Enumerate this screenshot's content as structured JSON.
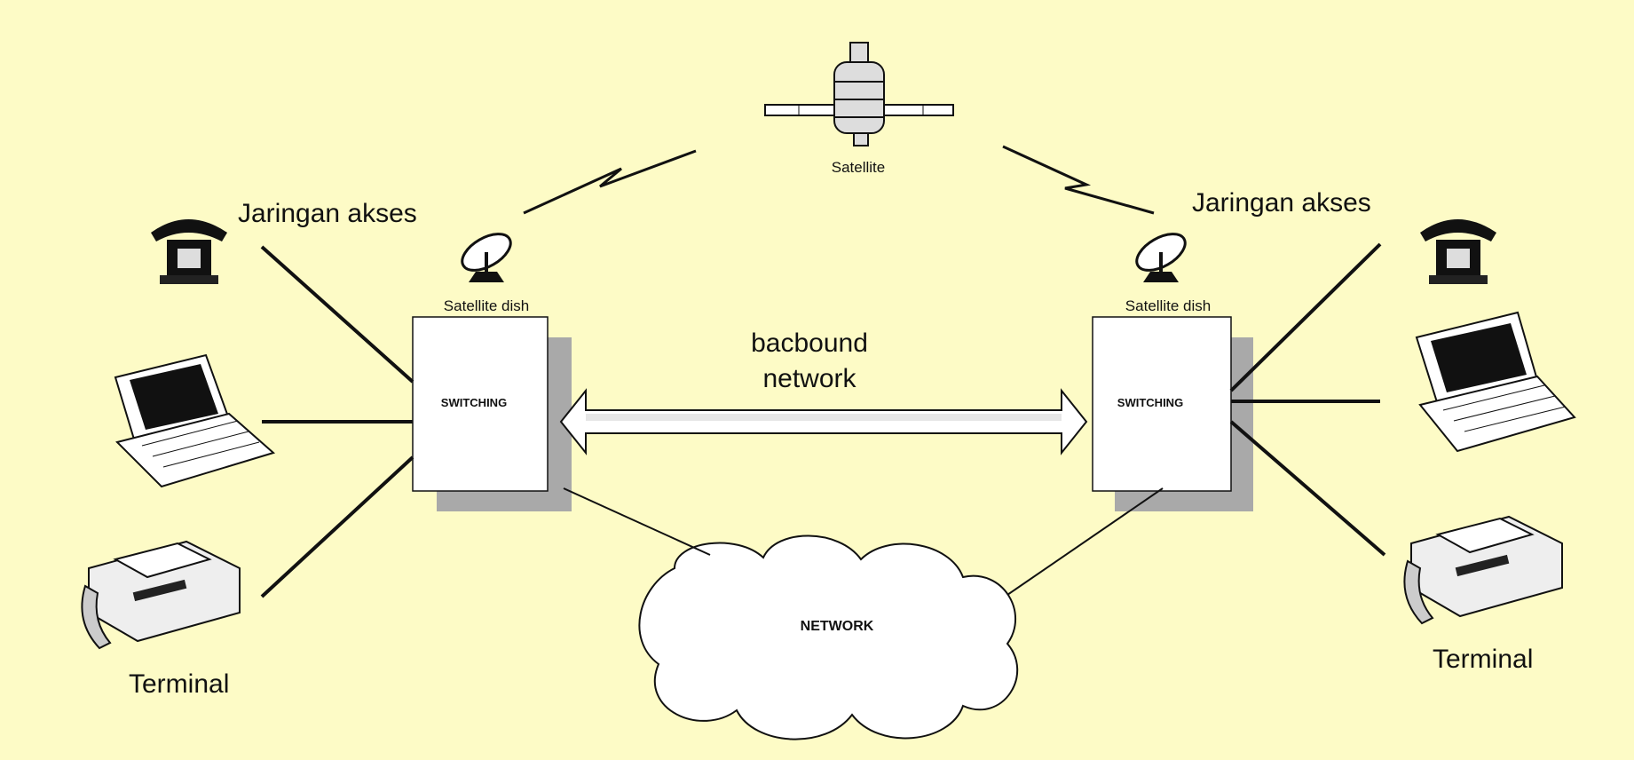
{
  "labels": {
    "satellite": "Satellite",
    "access_left": "Jaringan akses",
    "access_right": "Jaringan akses",
    "dish_left": "Satellite dish",
    "dish_right": "Satellite dish",
    "switching_left": "SWITCHING",
    "switching_right": "SWITCHING",
    "backbone_line1": "bacbound",
    "backbone_line2": "network",
    "network": "NETWORK",
    "terminal_left": "Terminal",
    "terminal_right": "Terminal"
  },
  "colors": {
    "background": "#fdfbc6",
    "box_shadow": "#a9a9a9",
    "line": "#111111"
  },
  "icons": [
    "satellite-icon",
    "satellite-dish-icon",
    "telephone-icon",
    "laptop-icon",
    "fax-icon",
    "cloud-icon",
    "lightning-icon"
  ]
}
